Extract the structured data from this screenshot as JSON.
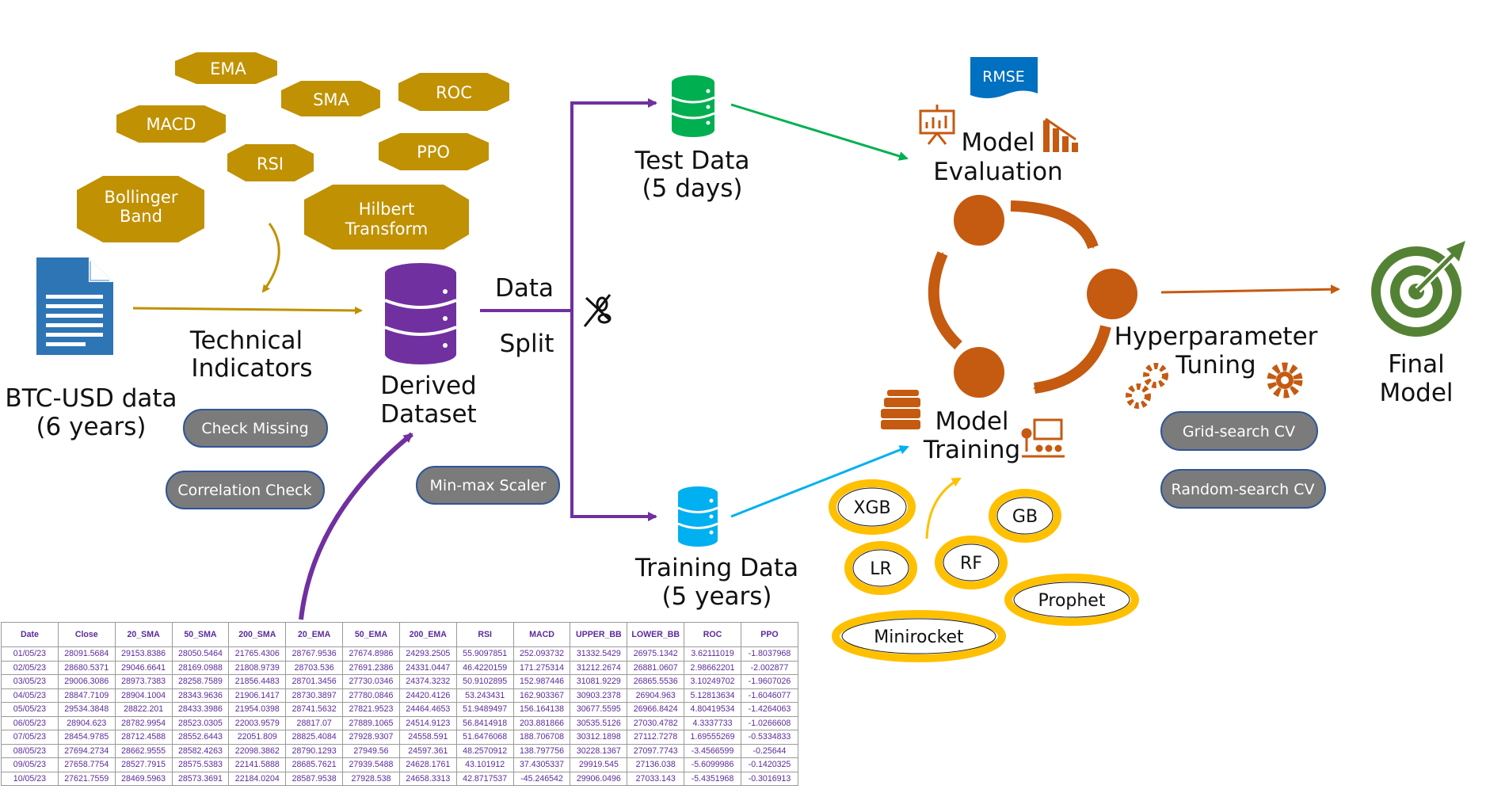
{
  "indicators": [
    "EMA",
    "SMA",
    "ROC",
    "MACD",
    "RSI",
    "PPO",
    "Bollinger",
    "Band",
    "Hilbert",
    "Transform"
  ],
  "labels": {
    "btc_line1": "BTC-USD data",
    "btc_line2": "(6 years)",
    "tech_line1": "Technical",
    "tech_line2": "Indicators",
    "derived_line1": "Derived",
    "derived_line2": "Dataset",
    "split_line1": "Data",
    "split_line2": "Split",
    "test_line1": "Test Data",
    "test_line2": "(5 days)",
    "train_line1": "Training Data",
    "train_line2": "(5 years)",
    "eval_line1": "Model",
    "eval_line2": "Evaluation",
    "training_line1": "Model",
    "training_line2": "Training",
    "hyper_line1": "Hyperparameter",
    "hyper_line2": "Tuning",
    "final_line1": "Final",
    "final_line2": "Model",
    "rmse": "RMSE"
  },
  "preprocess": [
    "Check Missing",
    "Correlation Check",
    "Min-max Scaler"
  ],
  "search": [
    "Grid-search CV",
    "Random-search CV"
  ],
  "models": [
    "XGB",
    "GB",
    "LR",
    "RF",
    "Prophet",
    "Minirocket"
  ],
  "colors": {
    "indicator": "#c09102",
    "pill": "#7b7b7b",
    "purple": "#7030a0",
    "green": "#00b050",
    "blue": "#00b0f0",
    "orange": "#c55a11",
    "gold": "#ffc000",
    "target": "#548235",
    "rmse": "#0070c0"
  },
  "table": {
    "headers": [
      "Date",
      "Close",
      "20_SMA",
      "50_SMA",
      "200_SMA",
      "20_EMA",
      "50_EMA",
      "200_EMA",
      "RSI",
      "MACD",
      "UPPER_BB",
      "LOWER_BB",
      "ROC",
      "PPO"
    ],
    "rows": [
      [
        "01/05/23",
        "28091.5684",
        "29153.8386",
        "28050.5464",
        "21765.4306",
        "28767.9536",
        "27674.8986",
        "24293.2505",
        "55.9097851",
        "252.093732",
        "31332.5429",
        "26975.1342",
        "3.62111019",
        "-1.8037968"
      ],
      [
        "02/05/23",
        "28680.5371",
        "29046.6641",
        "28169.0988",
        "21808.9739",
        "28703.536",
        "27691.2386",
        "24331.0447",
        "46.4220159",
        "171.275314",
        "31212.2674",
        "26881.0607",
        "2.98662201",
        "-2.002877"
      ],
      [
        "03/05/23",
        "29006.3086",
        "28973.7383",
        "28258.7589",
        "21856.4483",
        "28701.3456",
        "27730.0346",
        "24374.3232",
        "50.9102895",
        "152.987446",
        "31081.9229",
        "26865.5536",
        "3.10249702",
        "-1.9607026"
      ],
      [
        "04/05/23",
        "28847.7109",
        "28904.1004",
        "28343.9636",
        "21906.1417",
        "28730.3897",
        "27780.0846",
        "24420.4126",
        "53.243431",
        "162.903367",
        "30903.2378",
        "26904.963",
        "5.12813634",
        "-1.6046077"
      ],
      [
        "05/05/23",
        "29534.3848",
        "28822.201",
        "28433.3986",
        "21954.0398",
        "28741.5632",
        "27821.9523",
        "24464.4653",
        "51.9489497",
        "156.164138",
        "30677.5595",
        "26966.8424",
        "4.80419534",
        "-1.4264063"
      ],
      [
        "06/05/23",
        "28904.623",
        "28782.9954",
        "28523.0305",
        "22003.9579",
        "28817.07",
        "27889.1065",
        "24514.9123",
        "56.8414918",
        "203.881866",
        "30535.5126",
        "27030.4782",
        "4.3337733",
        "-1.0266608"
      ],
      [
        "07/05/23",
        "28454.9785",
        "28712.4588",
        "28552.6443",
        "22051.809",
        "28825.4084",
        "27928.9307",
        "24558.591",
        "51.6476068",
        "188.706708",
        "30312.1898",
        "27112.7278",
        "1.69555269",
        "-0.5334833"
      ],
      [
        "08/05/23",
        "27694.2734",
        "28662.9555",
        "28582.4263",
        "22098.3862",
        "28790.1293",
        "27949.56",
        "24597.361",
        "48.2570912",
        "138.797756",
        "30228.1367",
        "27097.7743",
        "-3.4566599",
        "-0.25644"
      ],
      [
        "09/05/23",
        "27658.7754",
        "28527.7915",
        "28575.5383",
        "22141.5888",
        "28685.7621",
        "27939.5488",
        "24628.1761",
        "43.101912",
        "37.4305337",
        "29919.545",
        "27136.038",
        "-5.6099986",
        "-0.1420325"
      ],
      [
        "10/05/23",
        "27621.7559",
        "28469.5963",
        "28573.3691",
        "22184.0204",
        "28587.9538",
        "27928.538",
        "24658.3313",
        "42.8717537",
        "-45.246542",
        "29906.0496",
        "27033.143",
        "-5.4351968",
        "-0.3016913"
      ]
    ]
  }
}
